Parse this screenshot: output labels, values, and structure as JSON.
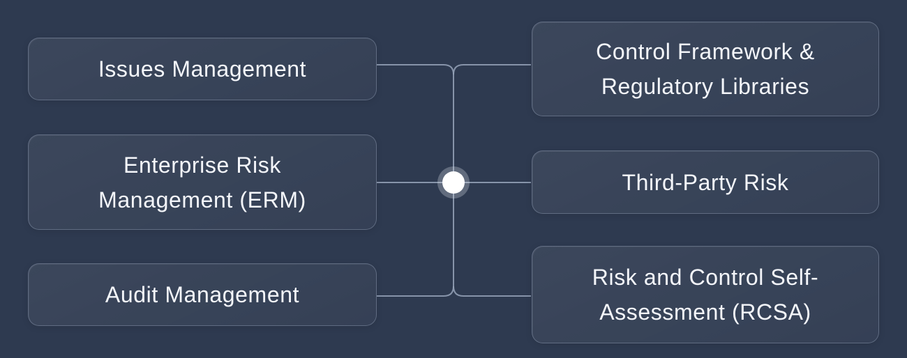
{
  "diagram": {
    "background_color": "#2e3a50",
    "connector_color": "#96a4ba",
    "hub": {
      "shape": "circle",
      "fill": "#ffffff",
      "halo_color": "rgba(230,237,246,0.28)"
    },
    "left_nodes": [
      {
        "label": "Issues Management"
      },
      {
        "label": "Enterprise Risk Management (ERM)"
      },
      {
        "label": "Audit Management"
      }
    ],
    "right_nodes": [
      {
        "label": "Control Framework & Regulatory Libraries"
      },
      {
        "label": "Third-Party Risk"
      },
      {
        "label": "Risk and Control Self-Assessment (RCSA)"
      }
    ]
  }
}
